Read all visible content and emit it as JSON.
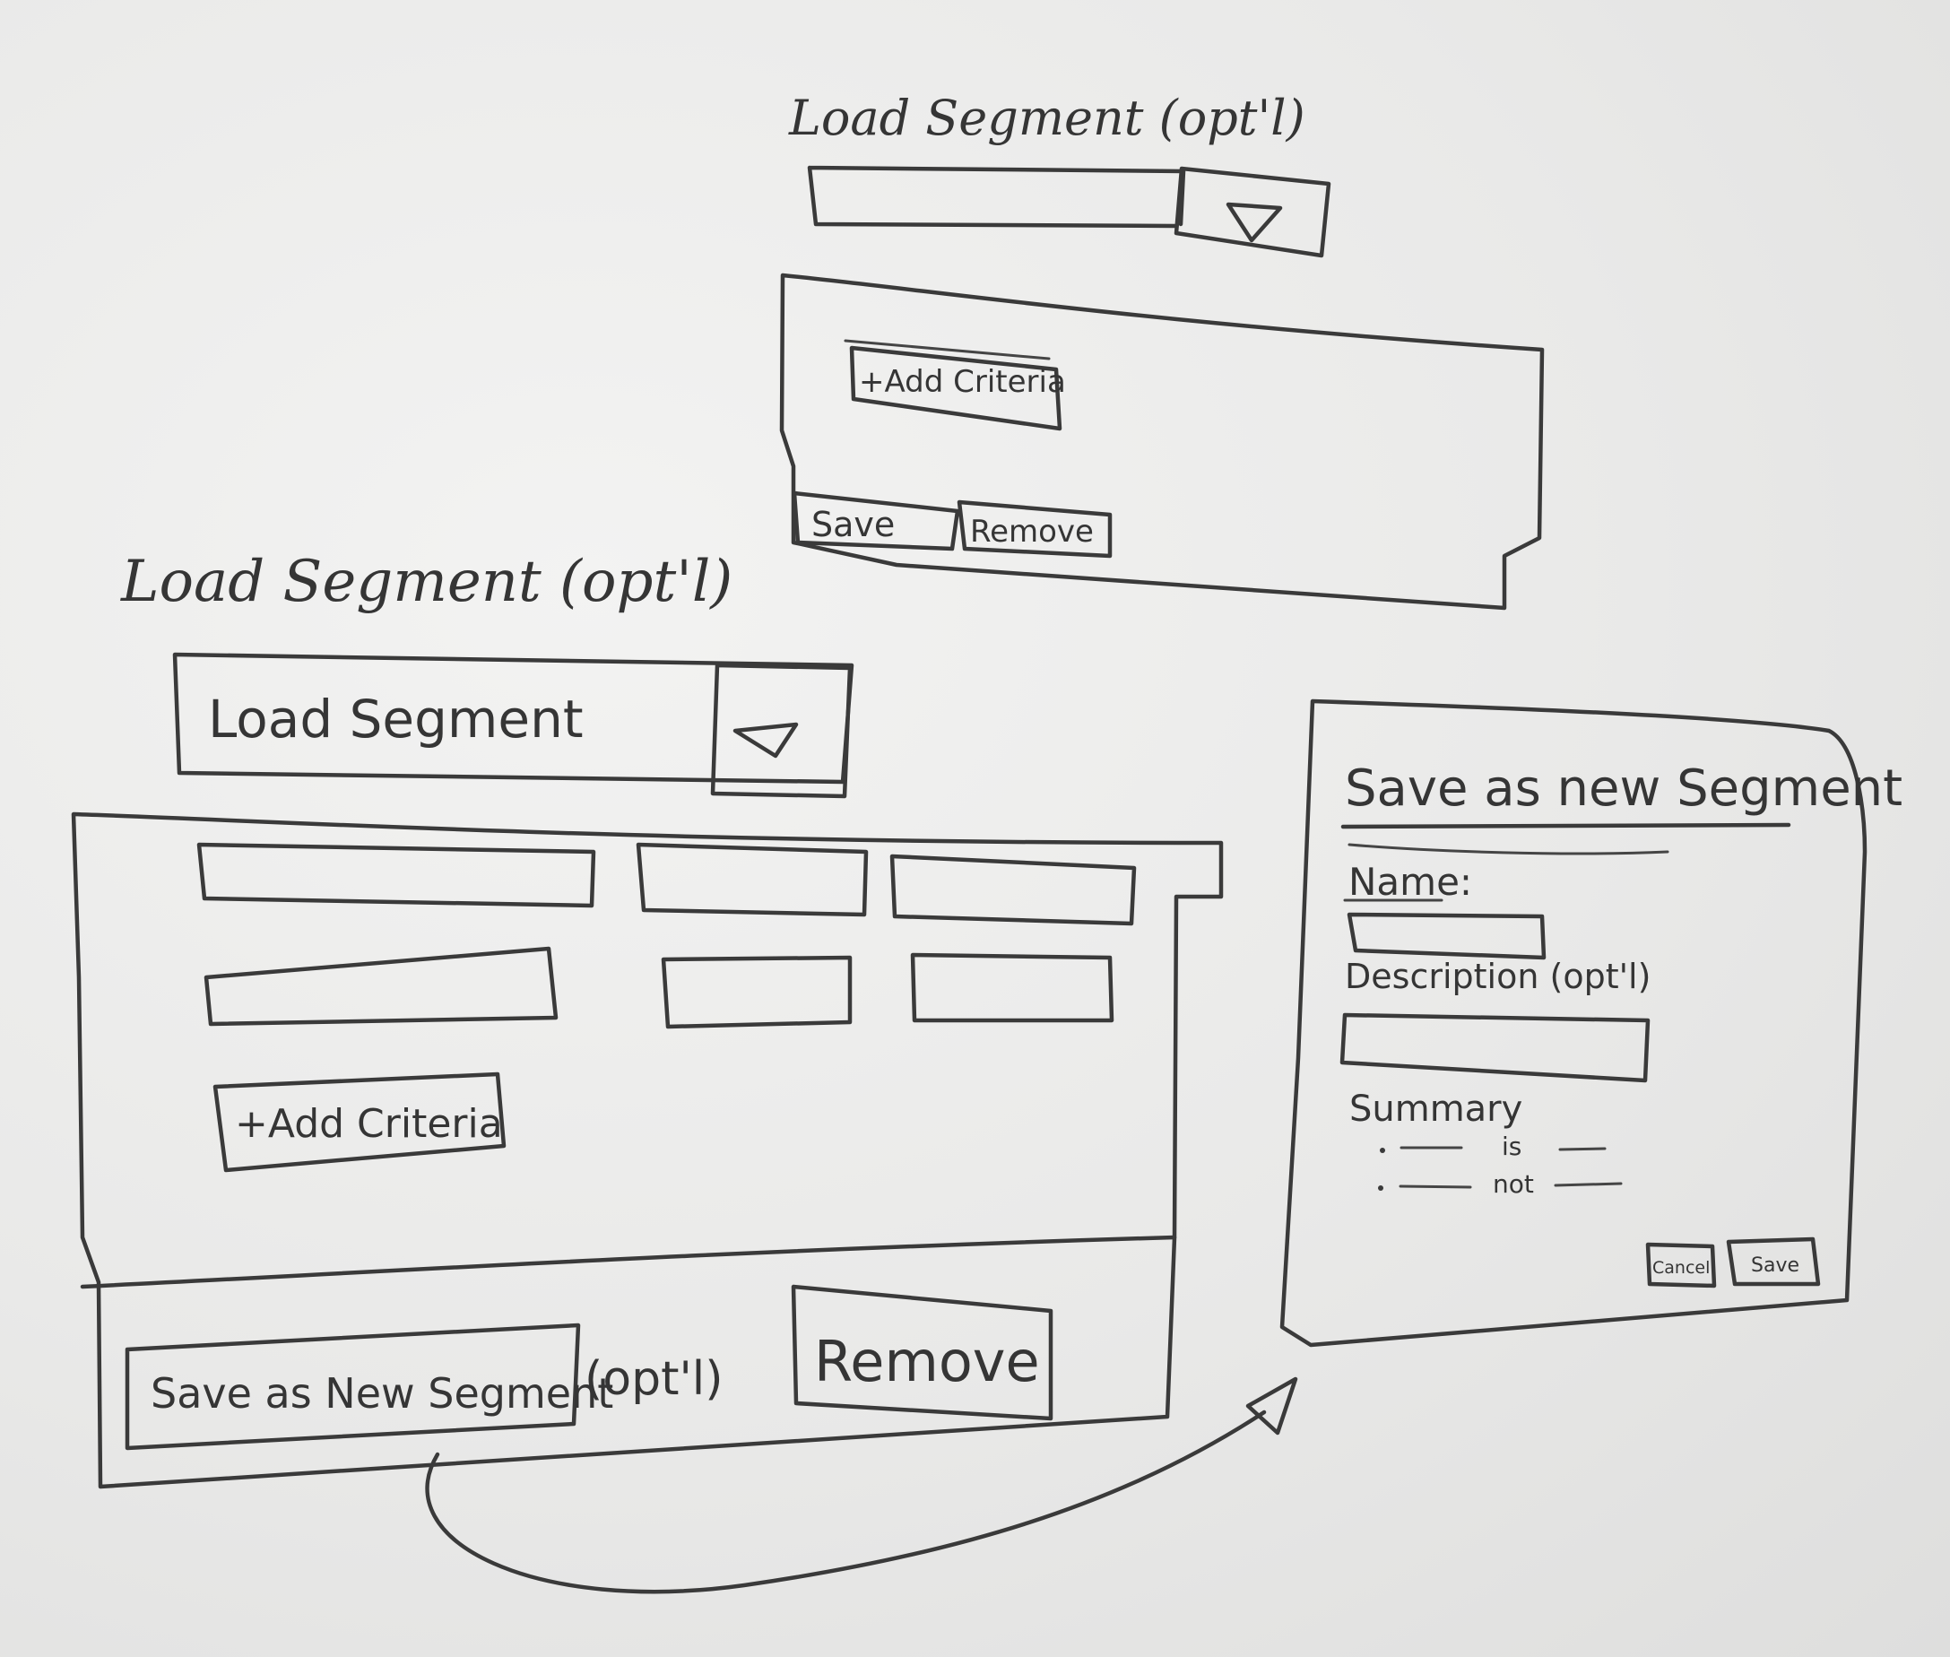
{
  "sketch_top": {
    "title": "Load Segment (opt'l)",
    "dropdown_value": "",
    "dropdown_icon": "triangle-down-icon",
    "add_criteria_label": "+Add Criteria",
    "save_label": "Save",
    "remove_label": "Remove"
  },
  "sketch_main": {
    "title": "Load Segment (opt'l)",
    "dropdown_value": "Load Segment",
    "dropdown_icon": "triangle-down-icon",
    "add_criteria_label": "+Add Criteria",
    "save_new_label": "Save as New Segment",
    "save_new_note": "(opt'l)",
    "remove_label": "Remove"
  },
  "dialog": {
    "title": "Save as new Segment",
    "name_label": "Name:",
    "description_label": "Description (opt'l)",
    "summary_label": "Summary",
    "summary_items": [
      {
        "op": "is"
      },
      {
        "op": "not"
      }
    ],
    "cancel_label": "Cancel",
    "save_label": "Save"
  },
  "colors": {
    "ink": "#3a3a3a",
    "board": "#ebebea"
  }
}
